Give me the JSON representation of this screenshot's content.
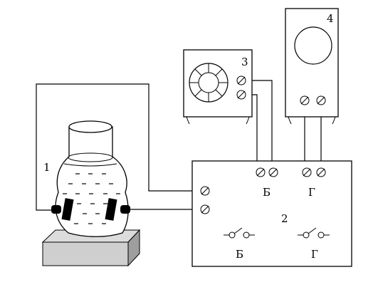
{
  "labels": {
    "vessel": "1",
    "control_unit": "2",
    "generator": "3",
    "oscilloscope": "4"
  },
  "control_unit": {
    "top_terminals": {
      "left": "Б",
      "right": "Г"
    },
    "bottom_switches": {
      "left": "Б",
      "right": "Г"
    }
  }
}
